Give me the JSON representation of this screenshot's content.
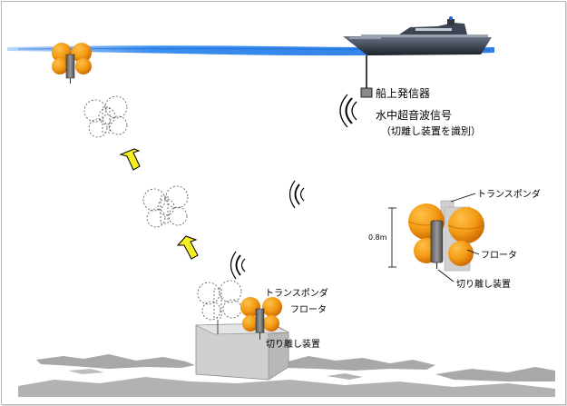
{
  "labels": {
    "ship_transmitter": "船上発信器",
    "underwater_signal_line1": "水中超音波信号",
    "underwater_signal_line2": "（切離し装置を識別）",
    "transponder_detail": "トランスポンダ",
    "float_detail": "フロータ",
    "release_detail": "切り離し装置",
    "height": "0.8m",
    "transponder_seabed": "トランスポンダ",
    "float_seabed": "フロータ",
    "release_seabed": "切り離し装置"
  },
  "colors": {
    "sea": "#3a8ef0",
    "float_orange": "#f39b13",
    "float_dark_orange": "#d9770a",
    "arrow_yellow": "#f6ee21",
    "ship_hull": "#2a2f3a",
    "seabed": "#a8a8a8",
    "weight_block": "#cfcfcf",
    "transponder_gray": "#7b7b7b"
  },
  "icons": [
    "ship-icon",
    "transmitter-icon",
    "sound-wave-icon",
    "float-assembly-icon",
    "ascent-arrow-icon",
    "anchor-weight-icon",
    "seabed-icon"
  ]
}
